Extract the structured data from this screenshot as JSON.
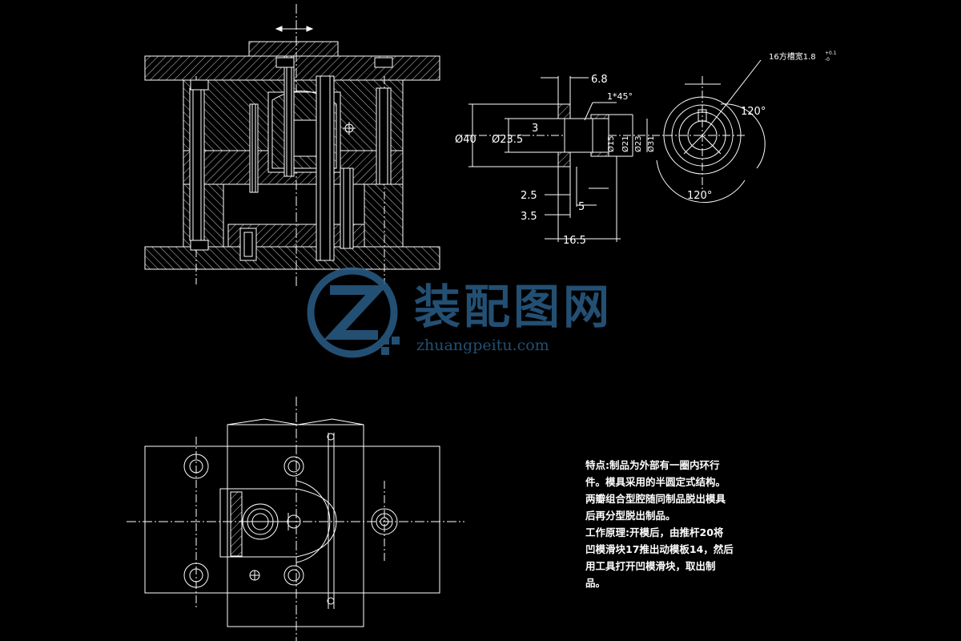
{
  "dimensions": {
    "d40": "Ø40",
    "d235": "Ø23.5",
    "three": "3",
    "w68": "6.8",
    "chamfer": "1*45°",
    "w25": "2.5",
    "w35": "3.5",
    "w5": "5",
    "w165": "16.5",
    "d15": "Ø15",
    "d21": "Ø21",
    "d23": "Ø23",
    "d31": "Ø31",
    "angle1": "120°",
    "angle2": "120°",
    "slot_note": "16方槽宽1.8",
    "slot_tol": "+0.1",
    "slot_tol2": "-0"
  },
  "watermark": {
    "title": "装配图网",
    "url": "zhuangpeitu.com",
    "color": "#2a5d88"
  },
  "notes": [
    "特点:制品为外部有一圈内环行",
    "件。模具采用的半圆定式结构。",
    "两瓣组合型腔随同制品脱出模具",
    "后再分型脱出制品。",
    "工作原理:开模后，由推杆20将",
    "凹模滑块17推出动模板14，然后",
    "用工具打开凹模滑块，取出制",
    "品。"
  ]
}
